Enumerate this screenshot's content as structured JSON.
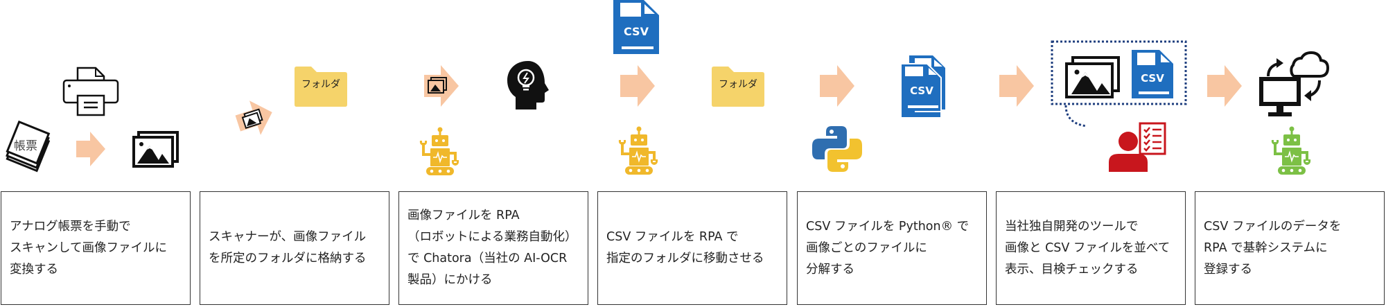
{
  "colors": {
    "arrow": "#f8c6a2",
    "folder": "#f5d36a",
    "robot_yellow": "#f0b82b",
    "robot_green": "#7cc045",
    "csv_blue": "#1f6ebf",
    "person_red": "#c8161d",
    "dotted_border": "#1f3f7f",
    "python_blue": "#2f6eb0",
    "python_yellow": "#f2c22f"
  },
  "icons": {
    "step1": [
      "document-stack-icon",
      "printer-scanner-icon",
      "arrow-right-icon",
      "image-files-icon"
    ],
    "step2": [
      "arrow-with-image-icon",
      "folder-icon"
    ],
    "step3": [
      "arrow-with-image-icon",
      "ai-head-lightbulb-icon",
      "robot-icon"
    ],
    "step4": [
      "csv-file-icon",
      "arrow-right-icon",
      "robot-icon"
    ],
    "step5": [
      "folder-icon",
      "arrow-right-icon",
      "python-logo-icon"
    ],
    "step6": [
      "csv-files-stack-icon",
      "arrow-right-icon",
      "image-files-icon",
      "csv-file-icon",
      "person-checklist-icon"
    ],
    "step7": [
      "arrow-right-icon",
      "computer-cloud-sync-icon",
      "robot-icon"
    ]
  },
  "labels": {
    "paper_stack": "帳票",
    "folder": "フォルダ",
    "csv": "CSV"
  },
  "steps": [
    {
      "text": "アナログ帳票を手動で\nスキャンして画像ファイルに\n変換する"
    },
    {
      "text": "スキャナーが、画像ファイル\nを所定のフォルダに格納する"
    },
    {
      "text": "画像ファイルを RPA\n（ロボットによる業務自動化）\nで Chatora（当社の AI-OCR\n製品）にかける"
    },
    {
      "text": "CSV ファイルを RPA で\n指定のフォルダに移動させる"
    },
    {
      "text": "CSV ファイルを Python® で\n画像ごとのファイルに\n分解する"
    },
    {
      "text": "当社独自開発のツールで\n画像と CSV ファイルを並べて\n表示、目検チェックする"
    },
    {
      "text": "CSV ファイルのデータを\nRPA で基幹システムに\n登録する"
    }
  ]
}
